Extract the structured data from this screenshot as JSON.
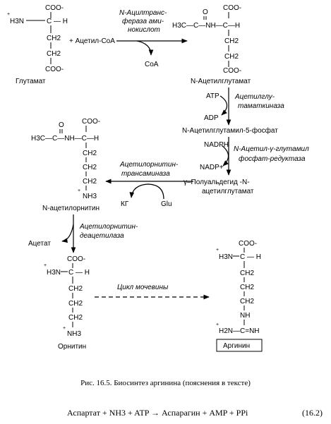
{
  "glutamate": {
    "coo_top": "COO-",
    "n_label": "H3N",
    "ch": "C — H",
    "ch2_1": "CH2",
    "ch2_2": "CH2",
    "coo_bottom": "COO-",
    "name": "Глутамат"
  },
  "step1": {
    "plus_substrate": "+ Ацетил-CoA",
    "enzyme_line1": "N-Ацилтранс-",
    "enzyme_line2": "фераза ами-",
    "enzyme_line3": "нокислот",
    "coproduct": "CoA"
  },
  "acetylglutamate": {
    "coo_top": "COO-",
    "group": "H3C—C—NH—C—H",
    "o": "O",
    "ch2_1": "CH2",
    "ch2_2": "CH2",
    "coo_bottom": "COO-",
    "name": "N-Ацетилглутамат"
  },
  "step2": {
    "cofactor_in": "ATP",
    "cofactor_out": "ADP",
    "enzyme_line1": "Ацетилглу-",
    "enzyme_line2": "таматкиназа"
  },
  "acetylglutamylphosphate": {
    "name": "N-Ацетилглутамил-5-фосфат"
  },
  "step3": {
    "cofactor_in": "NADPH",
    "cofactor_out": "NADP+",
    "enzyme_line1": "N-Ацетил-γ-глутамил",
    "enzyme_line2": "фосфат-редуктаза"
  },
  "semialdehyde": {
    "line1": "γ–Полуальдегид -N-",
    "line2": "ацетилглутамат"
  },
  "step4": {
    "enzyme_line1": "Ацетилорнитин-",
    "enzyme_line2": "трансаминаза",
    "cofactor_in": "Glu",
    "cofactor_out": "КГ"
  },
  "acetylornithine": {
    "coo_top": "COO-",
    "group": "H3C—C—NH—C—H",
    "o": "O",
    "ch2_1": "CH2",
    "ch2_2": "CH2",
    "ch2_3": "CH2",
    "nh3": "NH3",
    "name": "N-ацетилорнитин"
  },
  "step5": {
    "enzyme_line1": "Ацетилорнитин-",
    "enzyme_line2": "деацетилаза",
    "coproduct": "Ацетат"
  },
  "ornithine": {
    "coo_top": "COO-",
    "n_label": "H3N",
    "ch": "C — H",
    "ch2_1": "CH2",
    "ch2_2": "CH2",
    "ch2_3": "CH2",
    "nh3": "NH3",
    "name": "Орнитин"
  },
  "urea_cycle": {
    "label": "Цикл мочевины"
  },
  "arginine": {
    "coo_top": "COO-",
    "n_label": "H3N",
    "ch": "C — H",
    "ch2_1": "CH2",
    "ch2_2": "CH2",
    "ch2_3": "CH2",
    "nh": "NH",
    "guan": "H2N—C=NH",
    "name": "Аргинин"
  },
  "caption": "Рис. 16.5. Биосинтез аргинина (пояснения в тексте)",
  "equation": {
    "text": "Аспартат + NH3 + ATP → Аспарагин + AMP + PPi",
    "number": "(16.2)"
  }
}
